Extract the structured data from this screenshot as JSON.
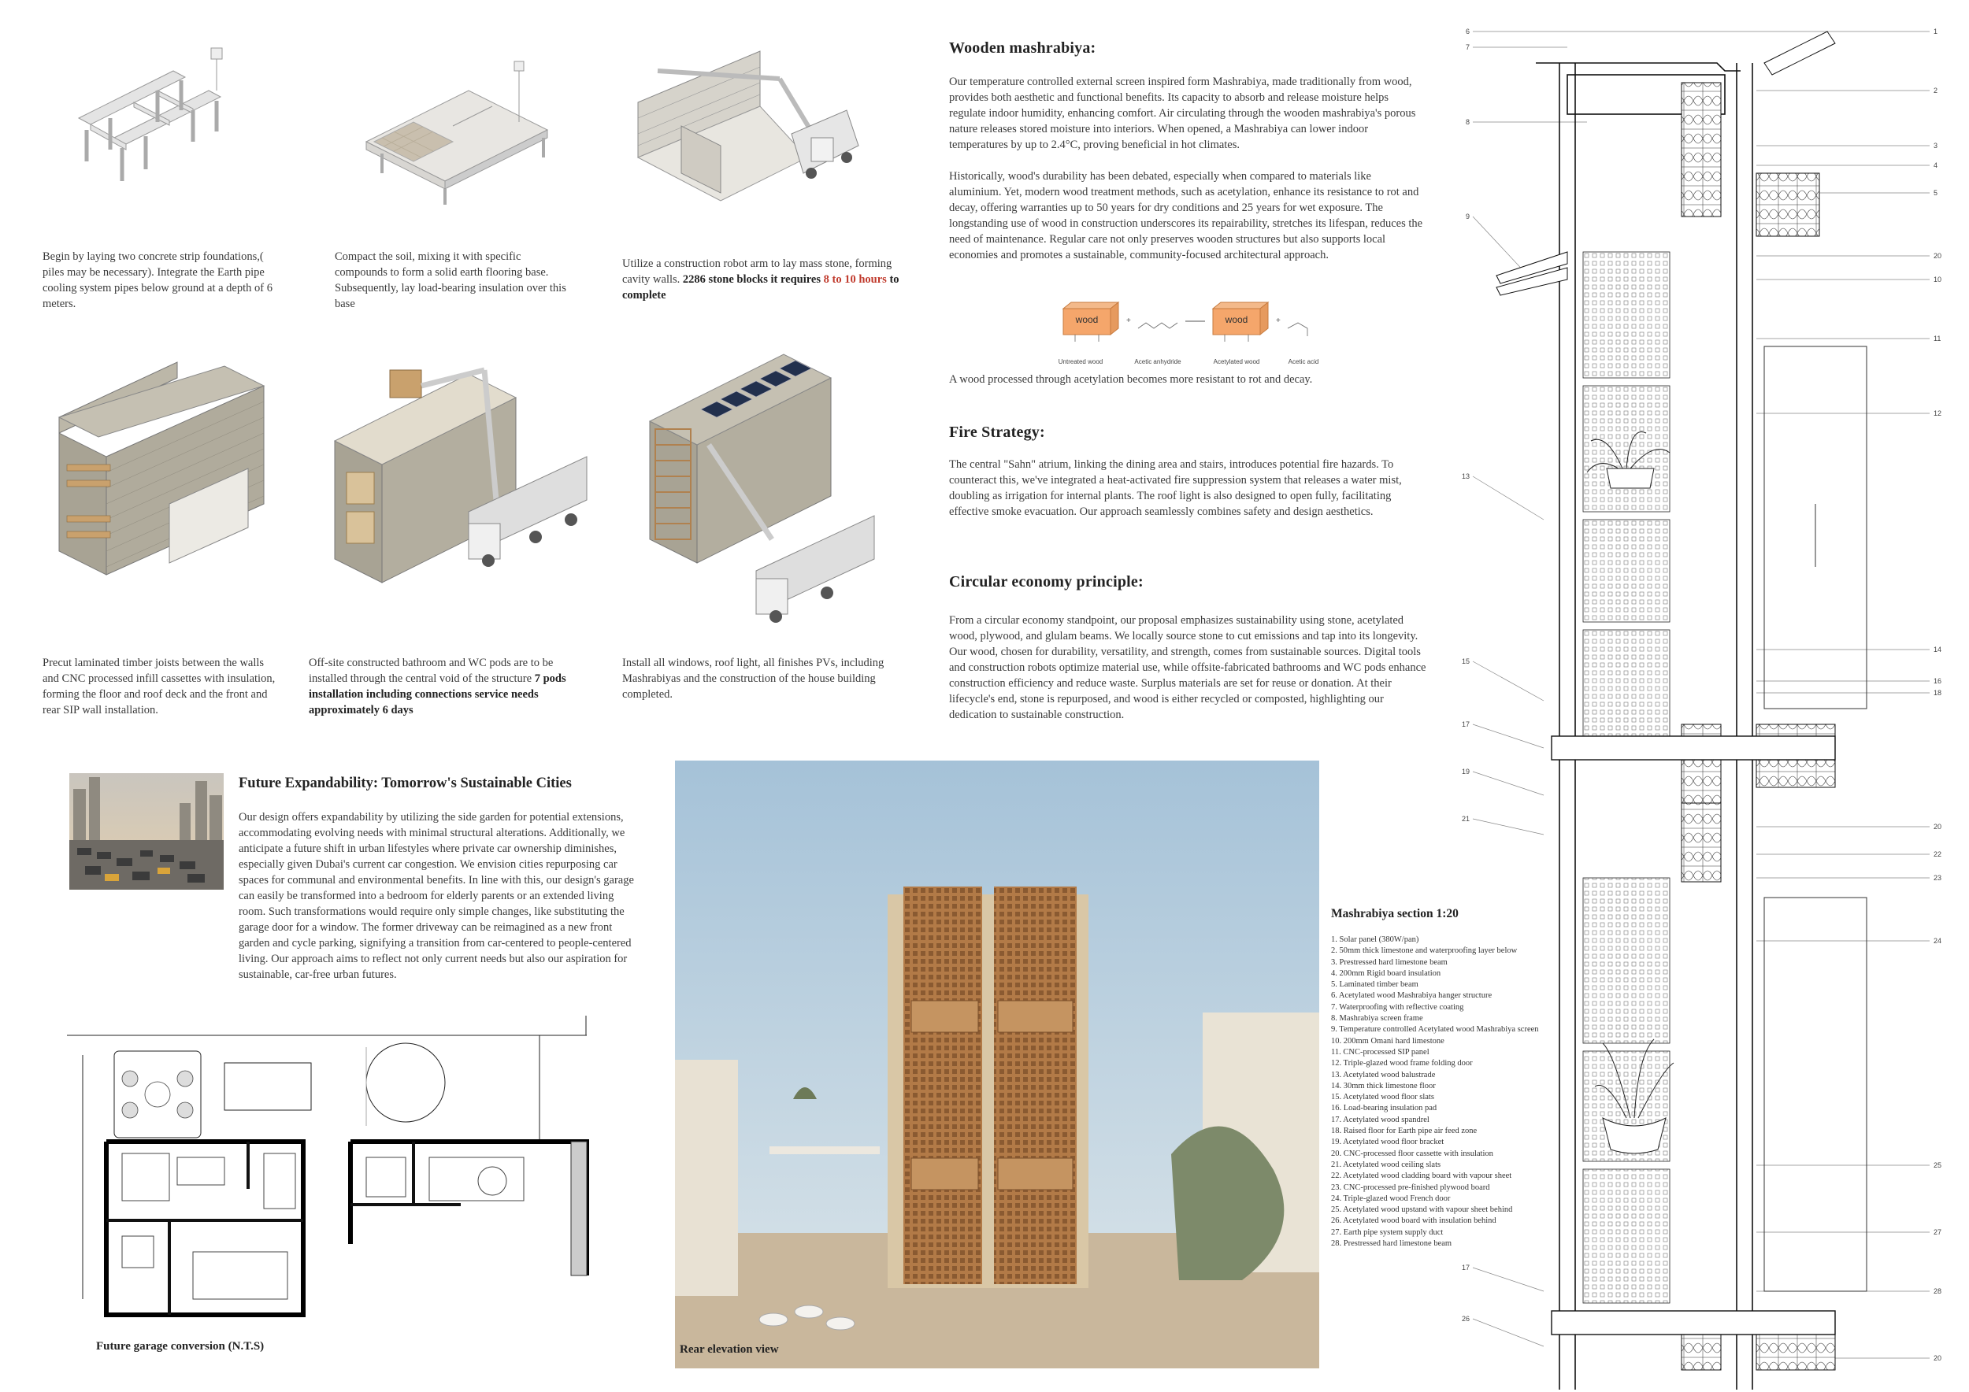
{
  "steps": [
    {
      "text": "Begin by laying two concrete strip foundations,( piles may be necessary). Integrate the Earth pipe cooling system pipes below ground at a depth of 6 meters."
    },
    {
      "text": "Compact the soil, mixing it with specific compounds to form a solid earth flooring base. Subsequently, lay load-bearing insulation over this base"
    },
    {
      "text_pre": "Utilize a construction robot arm to lay mass stone, forming cavity walls. ",
      "text_bold": "2286 stone blocks it requires ",
      "text_red": "8 to 10 hours",
      "text_post": " to complete"
    },
    {
      "text": "Precut laminated timber joists between the walls and CNC processed infill cassettes with insulation, forming the floor and roof deck and the front and rear SIP wall installation."
    },
    {
      "text_pre": "Off-site constructed bathroom and WC pods are to be installed through the central void of the structure ",
      "text_bold": "7 pods installation including connections service needs approximately 6 days"
    },
    {
      "text": "Install all windows, roof light, all finishes PVs, including Mashrabiyas and the construction of the house building completed."
    }
  ],
  "mashrabiya": {
    "title": "Wooden mashrabiya:",
    "p1": "Our temperature controlled external screen inspired form Mashrabiya, made traditionally from wood, provides both aesthetic and functional benefits. Its capacity to absorb and release moisture helps regulate indoor humidity, enhancing comfort. Air circulating through the wooden mashrabiya's porous nature releases stored moisture into interiors. When opened, a Mashrabiya can lower indoor temperatures by up to 2.4°C, proving beneficial in hot climates.",
    "p2": "Historically, wood's durability has been debated, especially when compared to materials like aluminium. Yet, modern wood treatment methods, such as acetylation, enhance its resistance to rot and decay, offering warranties up to 50 years for dry conditions and 25 years for wet exposure. The longstanding use of wood in construction underscores its repairability, stretches its lifespan, reduces the need of maintenance. Regular care not only preserves wooden structures but also supports local economies and promotes a sustainable, community-focused architectural approach.",
    "diagram_labels": [
      "wood",
      "wood",
      "Untreated wood",
      "Acetic anhydride",
      "Acetylated wood",
      "Acetic acid"
    ],
    "caption": "A wood processed through acetylation becomes more resistant to rot and decay."
  },
  "fire": {
    "title": "Fire Strategy:",
    "text": "The central \"Sahn\" atrium, linking the dining area and stairs, introduces potential fire hazards. To counteract this, we've integrated a heat-activated fire suppression system that releases a water mist, doubling as irrigation for internal plants. The roof light is also designed to open fully, facilitating effective smoke evacuation. Our approach seamlessly combines safety and design aesthetics."
  },
  "circular": {
    "title": "Circular economy principle:",
    "text": "From a circular economy standpoint, our proposal emphasizes sustainability using stone, acetylated wood, plywood, and glulam beams. We locally source stone to cut emissions and tap into its longevity. Our wood, chosen for durability, versatility, and strength, comes from sustainable sources. Digital tools and construction robots optimize material use, while offsite-fabricated bathrooms and WC pods enhance construction efficiency and reduce waste. Surplus materials are set for reuse or donation. At their lifecycle's end, stone is repurposed, and wood is either recycled or composted, highlighting our dedication to sustainable construction."
  },
  "future": {
    "title": "Future Expandability:  Tomorrow's Sustainable Cities",
    "text": "Our design offers expandability by utilizing the side garden for potential extensions, accommodating evolving needs with minimal structural alterations. Additionally, we anticipate a future shift in urban lifestyles where private car ownership diminishes, especially given Dubai's current car congestion. We envision cities repurposing car spaces for communal and environmental benefits. In line with this, our design's garage can easily be transformed into a bedroom for elderly parents or an extended living room. Such transformations would require only simple changes, like substituting the garage door for a window. The former driveway can be reimagined as a new front garden and cycle parking, signifying a transition from car-centered to people-centered living. Our approach aims to reflect not only current needs but also our aspiration for sustainable, car-free urban futures."
  },
  "plan_caption": "Future garage conversion (N.T.S)",
  "render_caption": "Rear elevation view",
  "section": {
    "title": "Mashrabiya section 1:20",
    "items": [
      "1. Solar panel (380W/pan)",
      "2. 50mm thick limestone and waterproofing layer below",
      "3. Prestressed hard limestone beam",
      "4. 200mm Rigid board insulation",
      "5. Laminated timber beam",
      "6. Acetylated wood Mashrabiya hanger structure",
      "7. Waterproofing with reflective coating",
      "8. Mashrabiya screen frame",
      "9. Temperature controlled Acetylated wood Mashrabiya screen",
      "10. 200mm Omani hard limestone",
      "11. CNC-processed SIP panel",
      "12. Triple-glazed wood frame folding door",
      "13. Acetylated wood balustrade",
      "14. 30mm thick limestone floor",
      "15. Acetylated wood floor slats",
      "16. Load-bearing insulation pad",
      "17. Acetylated wood spandrel",
      "18. Raised floor for Earth pipe air feed zone",
      "19. Acetylated wood floor bracket",
      "20. CNC-processed floor cassette with insulation",
      "21. Acetylated wood ceiling slats",
      "22. Acetylated wood cladding board with vapour sheet",
      "23. CNC-processed pre-finished plywood board",
      "24. Triple-glazed wood French door",
      "25. Acetylated wood upstand with vapour sheet behind",
      "26. Acetylated wood board with insulation behind",
      "27. Earth pipe system supply duct",
      "28. Prestressed hard limestone beam"
    ],
    "right_numbers": [
      "1",
      "2",
      "3",
      "4",
      "5",
      "20",
      "10",
      "11",
      "12",
      "14",
      "16",
      "18",
      "20",
      "22",
      "23",
      "24",
      "25",
      "27",
      "28",
      "20"
    ],
    "left_numbers": [
      "6",
      "7",
      "8",
      "9",
      "13",
      "15",
      "17",
      "19",
      "21",
      "17",
      "26"
    ]
  }
}
